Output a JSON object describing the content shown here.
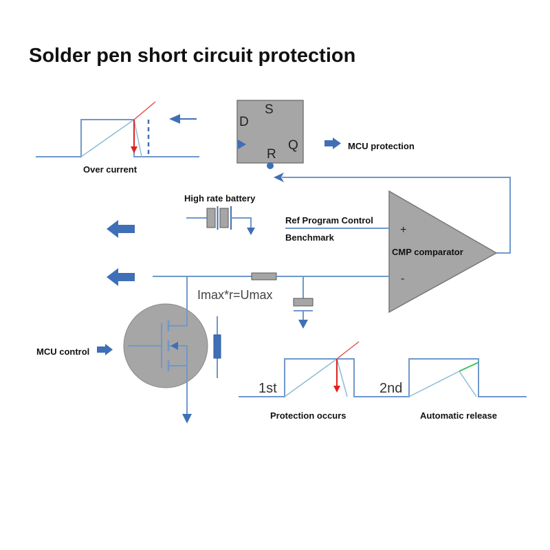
{
  "title": "Solder pen short circuit protection",
  "labels": {
    "over_current": "Over current",
    "mcu_protection": "MCU protection",
    "high_rate_battery": "High rate battery",
    "ref_program_control": "Ref Program Control",
    "benchmark": "Benchmark",
    "cmp_comparator": "CMP comparator",
    "formula": "Imax*r=Umax",
    "mcu_control": "MCU control",
    "first": "1st",
    "second": "2nd",
    "protection_occurs": "Protection occurs",
    "automatic_release": "Automatic release"
  },
  "flipflop": {
    "pin_d": "D",
    "pin_s": "S",
    "pin_q": "Q",
    "pin_r": "R"
  },
  "comparator": {
    "plus": "+",
    "minus": "-"
  },
  "colors": {
    "wire": "#6f97cc",
    "arrow": "#3f6fb6",
    "component_fill": "#a6a6a6",
    "component_stroke": "#777777",
    "alert": "#e02020",
    "trace": "#8bbbd6",
    "release": "#3ec05a"
  }
}
